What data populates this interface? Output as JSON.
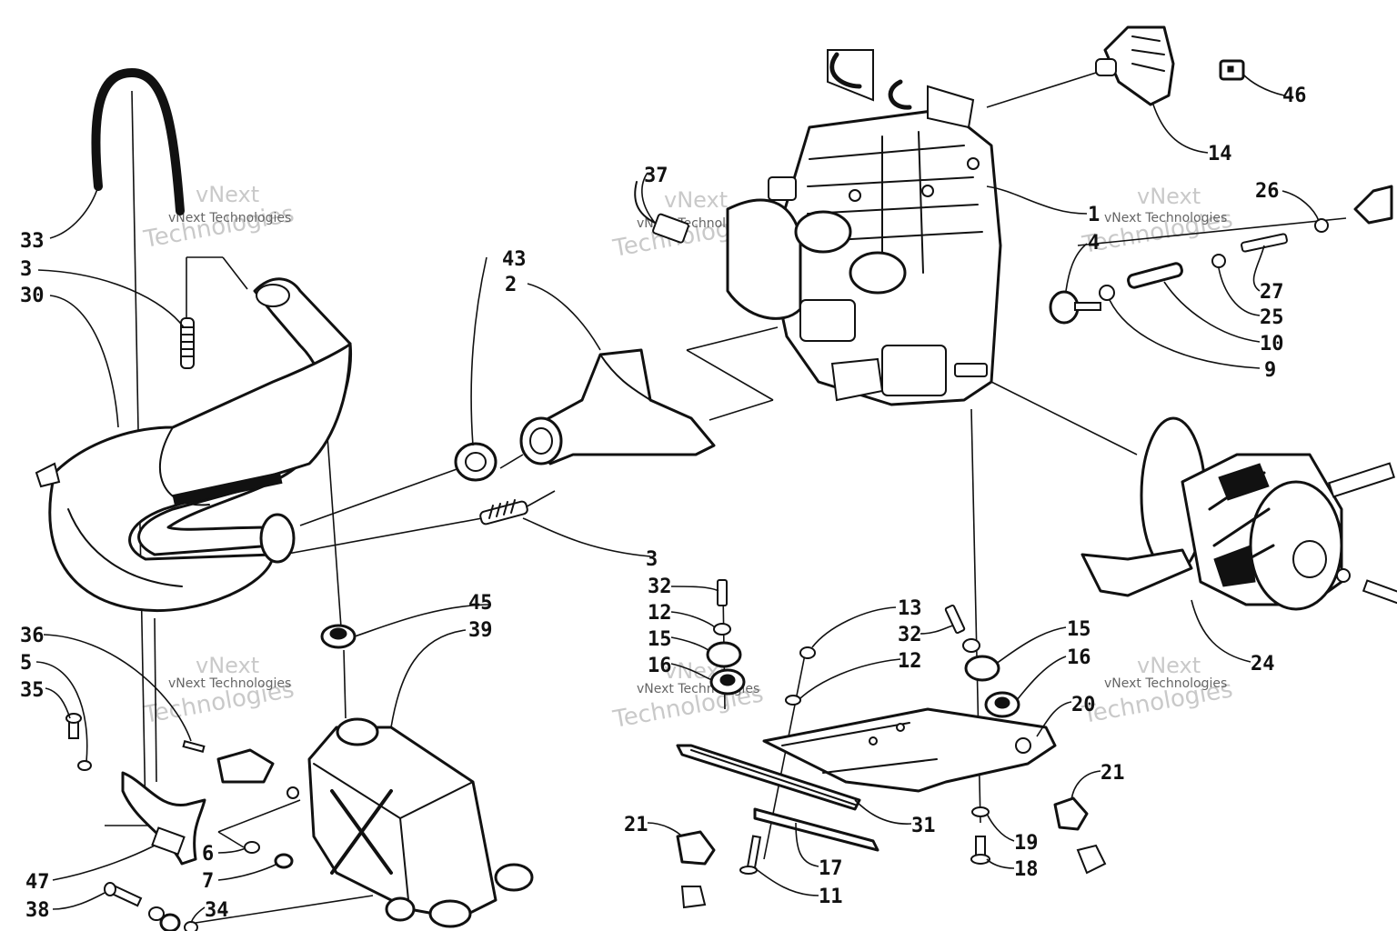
{
  "watermark": {
    "small": "vNext Technologies",
    "line1": "vNext",
    "line2": "Technologies",
    "color": "#b8b8b8"
  },
  "callouts": {
    "c1": "1",
    "c2": "2",
    "c3a": "3",
    "c3b": "3",
    "c4": "4",
    "c5": "5",
    "c6": "6",
    "c7": "7",
    "c9": "9",
    "c10": "10",
    "c11": "11",
    "c12a": "12",
    "c12b": "12",
    "c13": "13",
    "c14": "14",
    "c15a": "15",
    "c15b": "15",
    "c16a": "16",
    "c16b": "16",
    "c17": "17",
    "c18": "18",
    "c19": "19",
    "c20": "20",
    "c21a": "21",
    "c21b": "21",
    "c24": "24",
    "c25": "25",
    "c26": "26",
    "c27": "27",
    "c30": "30",
    "c31": "31",
    "c32a": "32",
    "c32b": "32",
    "c33": "33",
    "c34": "34",
    "c35": "35",
    "c36": "36",
    "c37": "37",
    "c38": "38",
    "c39": "39",
    "c43": "43",
    "c45": "45",
    "c46": "46",
    "c47": "47"
  },
  "parts": {
    "engine": "engine-assembly",
    "exhaust_pipe": "expansion-chamber",
    "manifold": "exhaust-manifold",
    "muffler": "muffler-box",
    "clutch": "drive-clutch",
    "mount_plate": "engine-mount-plate"
  }
}
